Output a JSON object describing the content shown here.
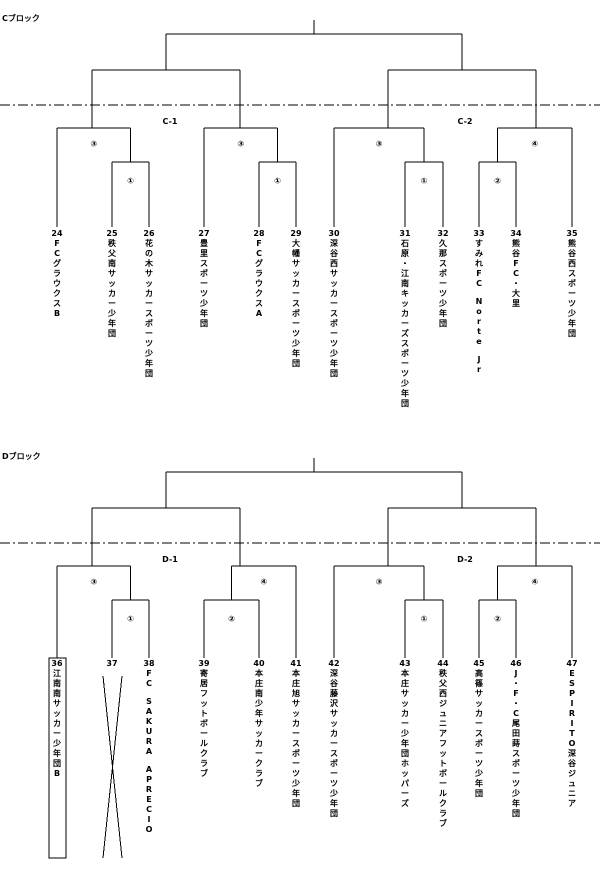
{
  "blocks": [
    {
      "title": "Cブロック",
      "sub_labels": [
        "C-1",
        "C-2"
      ],
      "round_marks": [
        "③",
        "①",
        "③",
        "①",
        "③",
        "①",
        "④",
        "②"
      ],
      "teams": [
        {
          "no": "24",
          "name": "FCグラウクスB"
        },
        {
          "no": "25",
          "name": "秩父南サッカー少年団"
        },
        {
          "no": "26",
          "name": "花の木サッカースポーツ少年団"
        },
        {
          "no": "27",
          "name": "豊里スポーツ少年団"
        },
        {
          "no": "28",
          "name": "FCグラウクスA"
        },
        {
          "no": "29",
          "name": "大幡サッカースポーツ少年団"
        },
        {
          "no": "30",
          "name": "深谷西サッカースポーツ少年団"
        },
        {
          "no": "31",
          "name": "石原・江南キッカーズスポーツ少年団"
        },
        {
          "no": "32",
          "name": "久那スポーツ少年団"
        },
        {
          "no": "33",
          "name": "すみれFC　Norte　Jr"
        },
        {
          "no": "34",
          "name": "熊谷FC・大里"
        },
        {
          "no": "35",
          "name": "熊谷西スポーツ少年団"
        }
      ]
    },
    {
      "title": "Dブロック",
      "sub_labels": [
        "D-1",
        "D-2"
      ],
      "round_marks": [
        "③",
        "①",
        "④",
        "②",
        "③",
        "①",
        "④",
        "②"
      ],
      "teams": [
        {
          "no": "36",
          "name": "江南南サッカー少年団B"
        },
        {
          "no": "37",
          "name": ""
        },
        {
          "no": "38",
          "name": "FC　SAKURA　APRECIO"
        },
        {
          "no": "39",
          "name": "寄居フットボールクラブ"
        },
        {
          "no": "40",
          "name": "本庄南少年サッカークラブ"
        },
        {
          "no": "41",
          "name": "本庄旭サッカースポーツ少年団"
        },
        {
          "no": "42",
          "name": "深谷藤沢サッカースポーツ少年団"
        },
        {
          "no": "43",
          "name": "本庄サッカー少年団ホッパーズ"
        },
        {
          "no": "44",
          "name": "秩父西ジュニアフットボールクラブ"
        },
        {
          "no": "45",
          "name": "高篠サッカースポーツ少年団"
        },
        {
          "no": "46",
          "name": "J・F・C尾田蒔スポーツ少年団"
        },
        {
          "no": "47",
          "name": "ESPIRITO深谷ジュニア"
        }
      ]
    }
  ]
}
